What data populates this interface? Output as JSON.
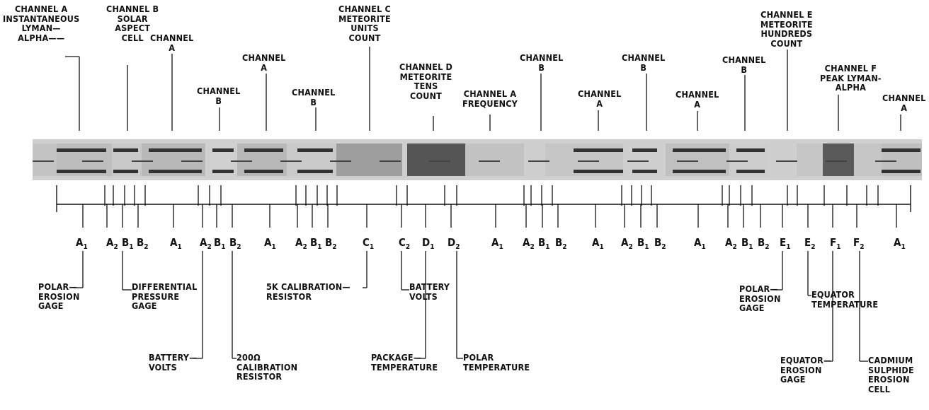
{
  "top_labels": [
    {
      "id": "t1",
      "text": "CHANNEL A\nINSTANTANEOUS\nLYMAN—\nALPHA——"
    },
    {
      "id": "t2",
      "text": "CHANNEL B\nSOLAR\nASPECT\nCELL"
    },
    {
      "id": "t3",
      "text": "CHANNEL\nA"
    },
    {
      "id": "t4",
      "text": "CHANNEL\nB"
    },
    {
      "id": "t5",
      "text": "CHANNEL\nA"
    },
    {
      "id": "t6",
      "text": "CHANNEL\nB"
    },
    {
      "id": "t7",
      "text": "CHANNEL C\nMETEORITE\nUNITS\nCOUNT"
    },
    {
      "id": "t8",
      "text": "CHANNEL D\nMETEORITE\nTENS\nCOUNT"
    },
    {
      "id": "t9",
      "text": "CHANNEL A\nFREQUENCY"
    },
    {
      "id": "t10",
      "text": "CHANNEL\nB"
    },
    {
      "id": "t11",
      "text": "CHANNEL\nA"
    },
    {
      "id": "t12",
      "text": "CHANNEL\nB"
    },
    {
      "id": "t13",
      "text": "CHANNEL\nA"
    },
    {
      "id": "t14",
      "text": "CHANNEL\nB"
    },
    {
      "id": "t15",
      "text": "CHANNEL E\nMETEORITE\nHUNDREDS\nCOUNT"
    },
    {
      "id": "t16",
      "text": "CHANNEL F\nPEAK LYMAN-\nALPHA"
    },
    {
      "id": "t17",
      "text": "CHANNEL\nA"
    }
  ],
  "sub_labels": [
    {
      "main": "A",
      "sub": "1"
    },
    {
      "main": "A",
      "sub": "2"
    },
    {
      "main": "B",
      "sub": "1"
    },
    {
      "main": "B",
      "sub": "2"
    },
    {
      "main": "A",
      "sub": "1"
    },
    {
      "main": "A",
      "sub": "2"
    },
    {
      "main": "B",
      "sub": "1"
    },
    {
      "main": "B",
      "sub": "2"
    },
    {
      "main": "A",
      "sub": "1"
    },
    {
      "main": "A",
      "sub": "2"
    },
    {
      "main": "B",
      "sub": "1"
    },
    {
      "main": "B",
      "sub": "2"
    },
    {
      "main": "C",
      "sub": "1"
    },
    {
      "main": "C",
      "sub": "2"
    },
    {
      "main": "D",
      "sub": "1"
    },
    {
      "main": "D",
      "sub": "2"
    },
    {
      "main": "A",
      "sub": "1"
    },
    {
      "main": "A",
      "sub": "2"
    },
    {
      "main": "B",
      "sub": "1"
    },
    {
      "main": "B",
      "sub": "2"
    },
    {
      "main": "A",
      "sub": "1"
    },
    {
      "main": "A",
      "sub": "2"
    },
    {
      "main": "B",
      "sub": "1"
    },
    {
      "main": "B",
      "sub": "2"
    },
    {
      "main": "A",
      "sub": "1"
    },
    {
      "main": "A",
      "sub": "2"
    },
    {
      "main": "B",
      "sub": "1"
    },
    {
      "main": "B",
      "sub": "2"
    },
    {
      "main": "E",
      "sub": "1"
    },
    {
      "main": "E",
      "sub": "2"
    },
    {
      "main": "F",
      "sub": "1"
    },
    {
      "main": "F",
      "sub": "2"
    },
    {
      "main": "A",
      "sub": "1"
    }
  ],
  "bottom_labels": [
    {
      "id": "b1",
      "text": "POLAR—\nEROSION\nGAGE"
    },
    {
      "id": "b2",
      "text": "DIFFERENTIAL\nPRESSURE\nGAGE"
    },
    {
      "id": "b3",
      "text": "BATTERY—\nVOLTS"
    },
    {
      "id": "b4",
      "text": "200Ω\nCALIBRATION\nRESISTOR"
    },
    {
      "id": "b5",
      "text": "5K CALIBRATION—\nRESISTOR"
    },
    {
      "id": "b6",
      "text": "BATTERY\nVOLTS"
    },
    {
      "id": "b7",
      "text": "PACKAGE—\nTEMPERATURE"
    },
    {
      "id": "b8",
      "text": "POLAR\nTEMPERATURE"
    },
    {
      "id": "b9",
      "text": "POLAR—\nEROSION\nGAGE"
    },
    {
      "id": "b10",
      "text": "EQUATOR\nTEMPERATURE"
    },
    {
      "id": "b11",
      "text": "EQUATOR—\nEROSION\nGAGE"
    },
    {
      "id": "b12",
      "text": "CADMIUM\nSULPHIDE\nEROSION\nCELL"
    }
  ],
  "colors": {
    "ink": "#111111",
    "strip_light": "#d6d6d6",
    "strip_mid": "#a8a8a8",
    "strip_dark": "#5a5a5a"
  }
}
